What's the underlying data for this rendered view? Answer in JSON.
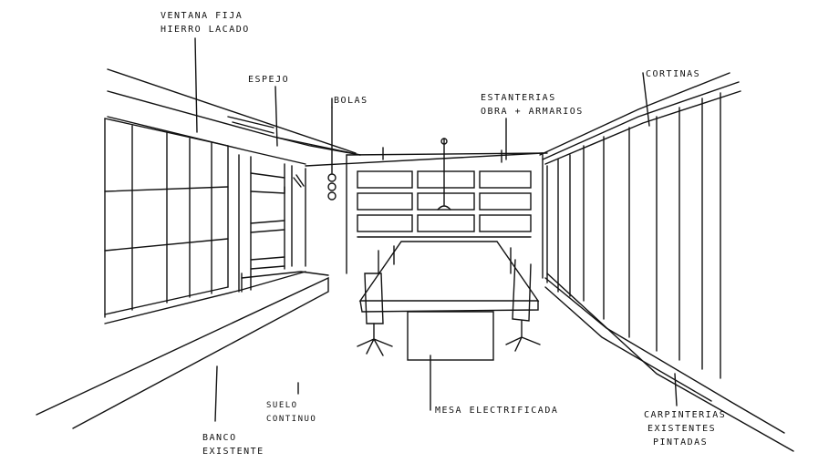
{
  "sketch": {
    "ink_color": "#111111",
    "labels": {
      "ventana": [
        "VENTANA FIJA",
        "HIERRO LACADO"
      ],
      "espejo": [
        "ESPEJO"
      ],
      "bolas": [
        "BOLAS"
      ],
      "estanterias": [
        "ESTANTERIAS",
        "OBRA + ARMARIOS"
      ],
      "cortinas": [
        "CORTINAS"
      ],
      "suelo": [
        "SUELO",
        "CONTINUO"
      ],
      "banco": [
        "BANCO",
        "EXISTENTE"
      ],
      "mesa": [
        "MESA ELECTRIFICADA"
      ],
      "carpinterias": [
        "CARPINTERIAS",
        "EXISTENTES",
        "PINTADAS"
      ]
    }
  }
}
